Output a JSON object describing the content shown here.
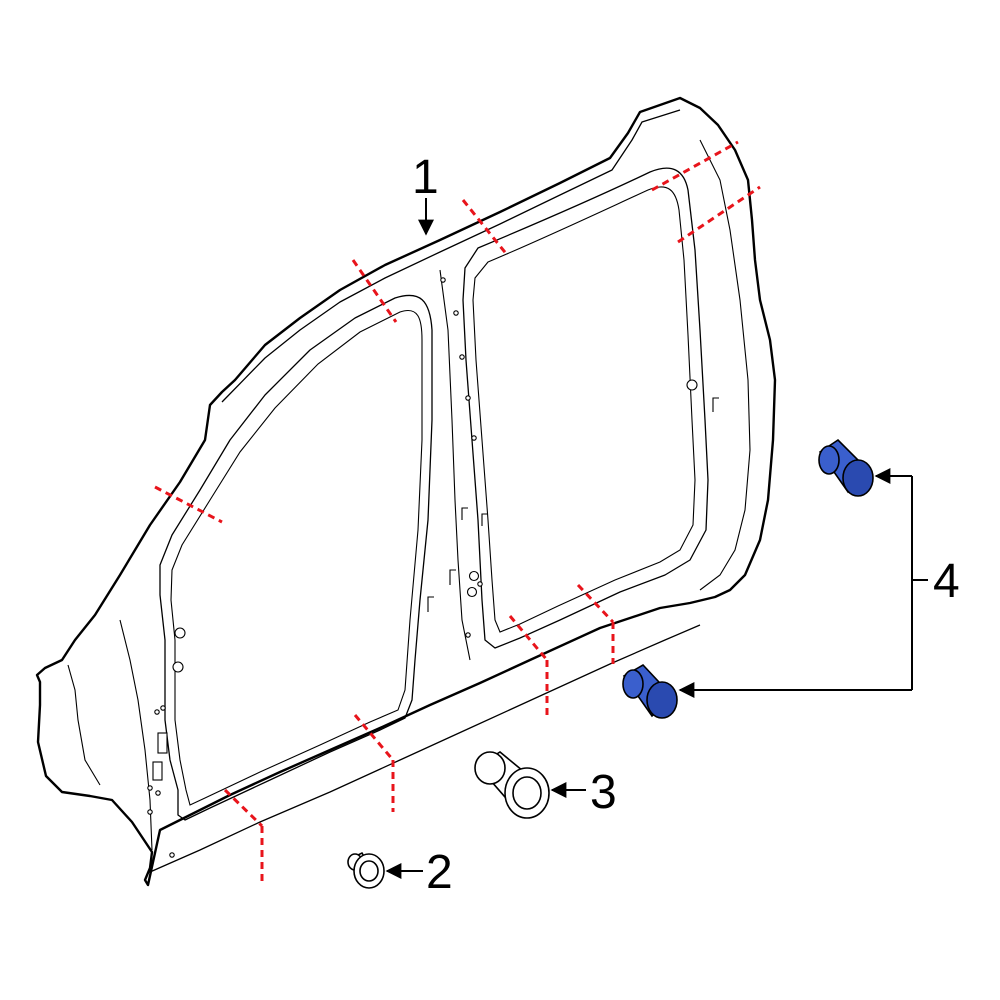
{
  "colors": {
    "cut_line": "#e8141b",
    "highlight_part": "#3a5fcd",
    "highlight_part_end": "#2a4ab0",
    "line": "#000000",
    "background": "#ffffff"
  },
  "callouts": [
    {
      "id": "1",
      "label": "1",
      "part": "uniside-panel"
    },
    {
      "id": "2",
      "label": "2",
      "part": "plug-small"
    },
    {
      "id": "3",
      "label": "3",
      "part": "plug-large"
    },
    {
      "id": "4",
      "label": "4",
      "part": "plug-blue-pair"
    }
  ],
  "icons": [
    "side-panel-icon",
    "plug-icon",
    "arrow-icon"
  ]
}
